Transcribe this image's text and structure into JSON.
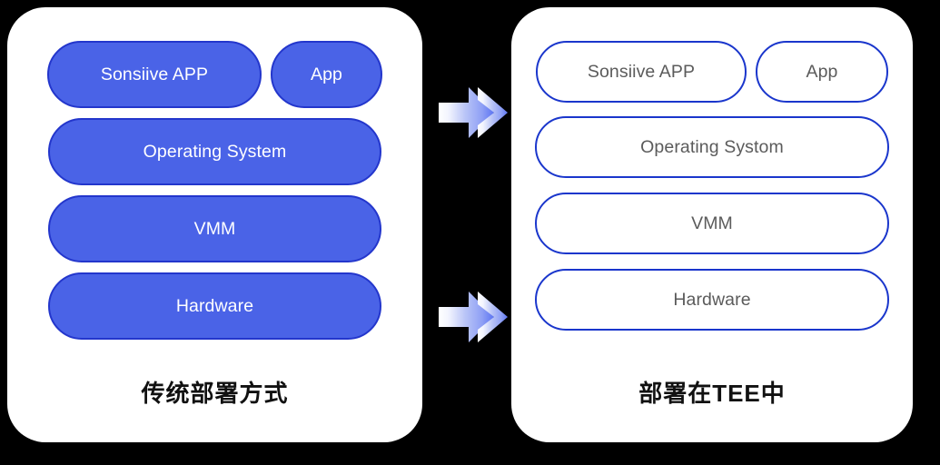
{
  "background_color": "#000000",
  "panels": [
    {
      "id": "traditional",
      "style": "solid",
      "fill_color": "#4a63e7",
      "border_color": "#2336cc",
      "text_color": "#ffffff",
      "caption": "传统部署方式",
      "rows": [
        {
          "type": "apps",
          "items": [
            "Sonsiive APP",
            "App"
          ]
        },
        {
          "type": "single",
          "items": [
            "Operating System"
          ]
        },
        {
          "type": "single",
          "items": [
            "VMM"
          ]
        },
        {
          "type": "single",
          "items": [
            "Hardware"
          ]
        }
      ]
    },
    {
      "id": "tee",
      "style": "outline",
      "fill_color": "#ffffff",
      "border_color": "#1a36cc",
      "text_color": "#5b5b5b",
      "caption": "部署在TEE中",
      "rows": [
        {
          "type": "apps",
          "items": [
            "Sonsiive APP",
            "App"
          ]
        },
        {
          "type": "single",
          "items": [
            "Operating Systom"
          ]
        },
        {
          "type": "single",
          "items": [
            "VMM"
          ]
        },
        {
          "type": "single",
          "items": [
            "Hardware"
          ]
        }
      ]
    }
  ],
  "arrows": [
    {
      "id": "top",
      "direction": "right",
      "style": "double-chevron",
      "gradient_from": "#ffffff",
      "gradient_to": "#5c74f2"
    },
    {
      "id": "bottom",
      "direction": "right",
      "style": "double-chevron",
      "gradient_from": "#ffffff",
      "gradient_to": "#5c74f2"
    }
  ],
  "left": {
    "caption": "传统部署方式",
    "row0": {
      "app1": "Sonsiive APP",
      "app2": "App"
    },
    "row1": "Operating System",
    "row2": "VMM",
    "row3": "Hardware"
  },
  "right": {
    "caption": "部署在TEE中",
    "row0": {
      "app1": "Sonsiive APP",
      "app2": "App"
    },
    "row1": "Operating Systom",
    "row2": "VMM",
    "row3": "Hardware"
  }
}
